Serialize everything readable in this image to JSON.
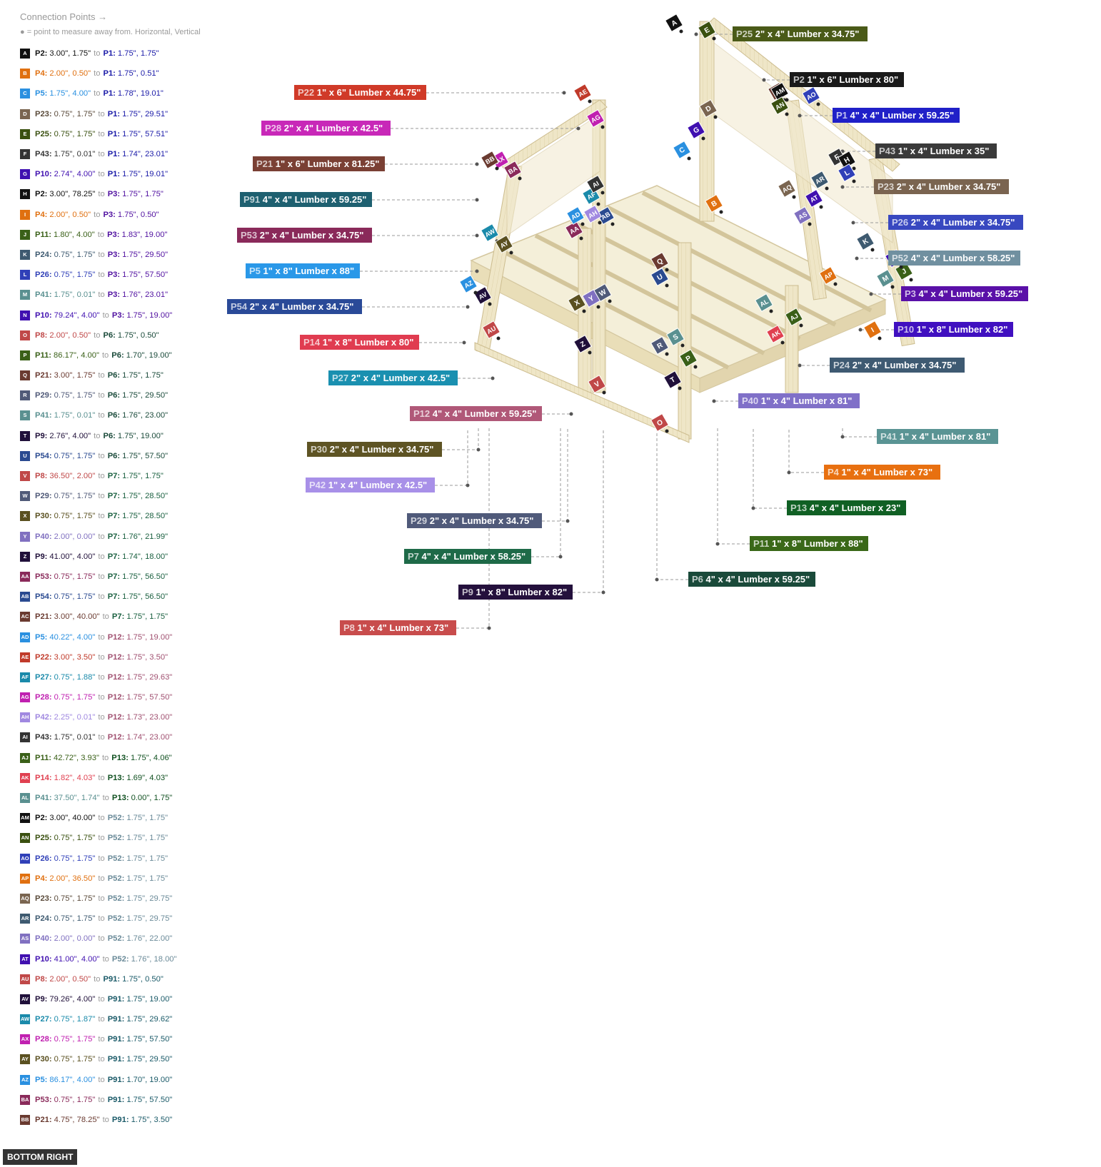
{
  "legend": {
    "title": "Connection Points →",
    "subtitle": "● = point to measure away from. Horizontal, Vertical"
  },
  "view_label": "BOTTOM RIGHT",
  "connections": [
    {
      "id": "A",
      "from": "P2:",
      "from_val": "3.00\", 1.75\"",
      "to": "P1:",
      "to_val": "1.75\", 1.75\"",
      "color": "#111111",
      "c1": "#111111",
      "c2": "#1a1aa8"
    },
    {
      "id": "B",
      "from": "P4:",
      "from_val": "2.00\", 0.50\"",
      "to": "P1:",
      "to_val": "1.75\", 0.51\"",
      "color": "#e07010",
      "c1": "#e07010",
      "c2": "#1a1aa8"
    },
    {
      "id": "C",
      "from": "P5:",
      "from_val": "1.75\", 4.00\"",
      "to": "P1:",
      "to_val": "1.78\", 19.01\"",
      "color": "#2a90e0",
      "c1": "#2a90e0",
      "c2": "#1a1aa8"
    },
    {
      "id": "D",
      "from": "P23:",
      "from_val": "0.75\", 1.75\"",
      "to": "P1:",
      "to_val": "1.75\", 29.51\"",
      "color": "#7a6550",
      "c1": "#5a4a3a",
      "c2": "#1a1aa8"
    },
    {
      "id": "E",
      "from": "P25:",
      "from_val": "0.75\", 1.75\"",
      "to": "P1:",
      "to_val": "1.75\", 57.51\"",
      "color": "#3a5010",
      "c1": "#3a5010",
      "c2": "#1a1aa8"
    },
    {
      "id": "F",
      "from": "P43:",
      "from_val": "1.75\", 0.01\"",
      "to": "P1:",
      "to_val": "1.74\", 23.01\"",
      "color": "#333333",
      "c1": "#333333",
      "c2": "#1a1aa8"
    },
    {
      "id": "G",
      "from": "P10:",
      "from_val": "2.74\", 4.00\"",
      "to": "P1:",
      "to_val": "1.75\", 19.01\"",
      "color": "#4010b0",
      "c1": "#4010b0",
      "c2": "#1a1aa8"
    },
    {
      "id": "H",
      "from": "P2:",
      "from_val": "3.00\", 78.25\"",
      "to": "P3:",
      "to_val": "1.75\", 1.75\"",
      "color": "#111111",
      "c1": "#111111",
      "c2": "#5010a0"
    },
    {
      "id": "I",
      "from": "P4:",
      "from_val": "2.00\", 0.50\"",
      "to": "P3:",
      "to_val": "1.75\", 0.50\"",
      "color": "#e07010",
      "c1": "#e07010",
      "c2": "#5010a0"
    },
    {
      "id": "J",
      "from": "P11:",
      "from_val": "1.80\", 4.00\"",
      "to": "P3:",
      "to_val": "1.83\", 19.00\"",
      "color": "#3a6018",
      "c1": "#3a6018",
      "c2": "#5010a0"
    },
    {
      "id": "K",
      "from": "P24:",
      "from_val": "0.75\", 1.75\"",
      "to": "P3:",
      "to_val": "1.75\", 29.50\"",
      "color": "#3e5a70",
      "c1": "#3e5a70",
      "c2": "#5010a0"
    },
    {
      "id": "L",
      "from": "P26:",
      "from_val": "0.75\", 1.75\"",
      "to": "P3:",
      "to_val": "1.75\", 57.50\"",
      "color": "#3040b8",
      "c1": "#3040b8",
      "c2": "#5010a0"
    },
    {
      "id": "M",
      "from": "P41:",
      "from_val": "1.75\", 0.01\"",
      "to": "P3:",
      "to_val": "1.76\", 23.01\"",
      "color": "#5a9090",
      "c1": "#5a9090",
      "c2": "#5010a0"
    },
    {
      "id": "N",
      "from": "P10:",
      "from_val": "79.24\", 4.00\"",
      "to": "P3:",
      "to_val": "1.75\", 19.00\"",
      "color": "#4010b0",
      "c1": "#4010b0",
      "c2": "#5010a0"
    },
    {
      "id": "O",
      "from": "P8:",
      "from_val": "2.00\", 0.50\"",
      "to": "P6:",
      "to_val": "1.75\", 0.50\"",
      "color": "#c04848",
      "c1": "#c04848",
      "c2": "#1a4a3a"
    },
    {
      "id": "P",
      "from": "P11:",
      "from_val": "86.17\", 4.00\"",
      "to": "P6:",
      "to_val": "1.70\", 19.00\"",
      "color": "#3a6018",
      "c1": "#3a6018",
      "c2": "#1a4a3a"
    },
    {
      "id": "Q",
      "from": "P21:",
      "from_val": "3.00\", 1.75\"",
      "to": "P6:",
      "to_val": "1.75\", 1.75\"",
      "color": "#6a3a30",
      "c1": "#6a3a30",
      "c2": "#1a4a3a"
    },
    {
      "id": "R",
      "from": "P29:",
      "from_val": "0.75\", 1.75\"",
      "to": "P6:",
      "to_val": "1.75\", 29.50\"",
      "color": "#505a78",
      "c1": "#505a78",
      "c2": "#1a4a3a"
    },
    {
      "id": "S",
      "from": "P41:",
      "from_val": "1.75\", 0.01\"",
      "to": "P6:",
      "to_val": "1.76\", 23.00\"",
      "color": "#5a9090",
      "c1": "#5a9090",
      "c2": "#1a4a3a"
    },
    {
      "id": "T",
      "from": "P9:",
      "from_val": "2.76\", 4.00\"",
      "to": "P6:",
      "to_val": "1.75\", 19.00\"",
      "color": "#20103a",
      "c1": "#20103a",
      "c2": "#1a4a3a"
    },
    {
      "id": "U",
      "from": "P54:",
      "from_val": "0.75\", 1.75\"",
      "to": "P6:",
      "to_val": "1.75\", 57.50\"",
      "color": "#2a4a90",
      "c1": "#2a4a90",
      "c2": "#1a4a3a"
    },
    {
      "id": "V",
      "from": "P8:",
      "from_val": "36.50\", 2.00\"",
      "to": "P7:",
      "to_val": "1.75\", 1.75\"",
      "color": "#c04848",
      "c1": "#c04848",
      "c2": "#1a6040"
    },
    {
      "id": "W",
      "from": "P29:",
      "from_val": "0.75\", 1.75\"",
      "to": "P7:",
      "to_val": "1.75\", 28.50\"",
      "color": "#505a78",
      "c1": "#505a78",
      "c2": "#1a6040"
    },
    {
      "id": "X",
      "from": "P30:",
      "from_val": "0.75\", 1.75\"",
      "to": "P7:",
      "to_val": "1.75\", 28.50\"",
      "color": "#5a5020",
      "c1": "#5a5020",
      "c2": "#1a6040"
    },
    {
      "id": "Y",
      "from": "P40:",
      "from_val": "2.00\", 0.00\"",
      "to": "P7:",
      "to_val": "1.76\", 21.99\"",
      "color": "#8070c0",
      "c1": "#8070c0",
      "c2": "#1a6040"
    },
    {
      "id": "Z",
      "from": "P9:",
      "from_val": "41.00\", 4.00\"",
      "to": "P7:",
      "to_val": "1.74\", 18.00\"",
      "color": "#20103a",
      "c1": "#20103a",
      "c2": "#1a6040"
    },
    {
      "id": "AA",
      "from": "P53:",
      "from_val": "0.75\", 1.75\"",
      "to": "P7:",
      "to_val": "1.75\", 56.50\"",
      "color": "#8a2a5a",
      "c1": "#8a2a5a",
      "c2": "#1a6040"
    },
    {
      "id": "AB",
      "from": "P54:",
      "from_val": "0.75\", 1.75\"",
      "to": "P7:",
      "to_val": "1.75\", 56.50\"",
      "color": "#2a4a90",
      "c1": "#2a4a90",
      "c2": "#1a6040"
    },
    {
      "id": "AC",
      "from": "P21:",
      "from_val": "3.00\", 40.00\"",
      "to": "P7:",
      "to_val": "1.75\", 1.75\"",
      "color": "#6a3a30",
      "c1": "#6a3a30",
      "c2": "#1a6040"
    },
    {
      "id": "AD",
      "from": "P5:",
      "from_val": "40.22\", 4.00\"",
      "to": "P12:",
      "to_val": "1.75\", 19.00\"",
      "color": "#2a90e0",
      "c1": "#2a90e0",
      "c2": "#a05070"
    },
    {
      "id": "AE",
      "from": "P22:",
      "from_val": "3.00\", 3.50\"",
      "to": "P12:",
      "to_val": "1.75\", 3.50\"",
      "color": "#c03a2a",
      "c1": "#c03a2a",
      "c2": "#a05070"
    },
    {
      "id": "AF",
      "from": "P27:",
      "from_val": "0.75\", 1.88\"",
      "to": "P12:",
      "to_val": "1.75\", 29.63\"",
      "color": "#1a8aaa",
      "c1": "#1a8aaa",
      "c2": "#a05070"
    },
    {
      "id": "AG",
      "from": "P28:",
      "from_val": "0.75\", 1.75\"",
      "to": "P12:",
      "to_val": "1.75\", 57.50\"",
      "color": "#c020b0",
      "c1": "#c020b0",
      "c2": "#a05070"
    },
    {
      "id": "AH",
      "from": "P42:",
      "from_val": "2.25\", 0.01\"",
      "to": "P12:",
      "to_val": "1.73\", 23.00\"",
      "color": "#a088e0",
      "c1": "#a088e0",
      "c2": "#a05070"
    },
    {
      "id": "AI",
      "from": "P43:",
      "from_val": "1.75\", 0.01\"",
      "to": "P12:",
      "to_val": "1.74\", 23.00\"",
      "color": "#333333",
      "c1": "#333333",
      "c2": "#a05070"
    },
    {
      "id": "AJ",
      "from": "P11:",
      "from_val": "42.72\", 3.93\"",
      "to": "P13:",
      "to_val": "1.75\", 4.06\"",
      "color": "#3a6018",
      "c1": "#3a6018",
      "c2": "#105020"
    },
    {
      "id": "AK",
      "from": "P14:",
      "from_val": "1.82\", 4.03\"",
      "to": "P13:",
      "to_val": "1.69\", 4.03\"",
      "color": "#e04050",
      "c1": "#e04050",
      "c2": "#105020"
    },
    {
      "id": "AL",
      "from": "P41:",
      "from_val": "37.50\", 1.74\"",
      "to": "P13:",
      "to_val": "0.00\", 1.75\"",
      "color": "#5a9090",
      "c1": "#5a9090",
      "c2": "#105020"
    },
    {
      "id": "AM",
      "from": "P2:",
      "from_val": "3.00\", 40.00\"",
      "to": "P52:",
      "to_val": "1.75\", 1.75\"",
      "color": "#111111",
      "c1": "#111111",
      "c2": "#6a8a98"
    },
    {
      "id": "AN",
      "from": "P25:",
      "from_val": "0.75\", 1.75\"",
      "to": "P52:",
      "to_val": "1.75\", 1.75\"",
      "color": "#3a5010",
      "c1": "#3a5010",
      "c2": "#6a8a98"
    },
    {
      "id": "AO",
      "from": "P26:",
      "from_val": "0.75\", 1.75\"",
      "to": "P52:",
      "to_val": "1.75\", 1.75\"",
      "color": "#3040b8",
      "c1": "#3040b8",
      "c2": "#6a8a98"
    },
    {
      "id": "AP",
      "from": "P4:",
      "from_val": "2.00\", 36.50\"",
      "to": "P52:",
      "to_val": "1.75\", 1.75\"",
      "color": "#e07010",
      "c1": "#e07010",
      "c2": "#6a8a98"
    },
    {
      "id": "AQ",
      "from": "P23:",
      "from_val": "0.75\", 1.75\"",
      "to": "P52:",
      "to_val": "1.75\", 29.75\"",
      "color": "#7a6550",
      "c1": "#5a4a3a",
      "c2": "#6a8a98"
    },
    {
      "id": "AR",
      "from": "P24:",
      "from_val": "0.75\", 1.75\"",
      "to": "P52:",
      "to_val": "1.75\", 29.75\"",
      "color": "#3e5a70",
      "c1": "#3e5a70",
      "c2": "#6a8a98"
    },
    {
      "id": "AS",
      "from": "P40:",
      "from_val": "2.00\", 0.00\"",
      "to": "P52:",
      "to_val": "1.76\", 22.00\"",
      "color": "#8070c0",
      "c1": "#8070c0",
      "c2": "#6a8a98"
    },
    {
      "id": "AT",
      "from": "P10:",
      "from_val": "41.00\", 4.00\"",
      "to": "P52:",
      "to_val": "1.76\", 18.00\"",
      "color": "#4010b0",
      "c1": "#4010b0",
      "c2": "#6a8a98"
    },
    {
      "id": "AU",
      "from": "P8:",
      "from_val": "2.00\", 0.50\"",
      "to": "P91:",
      "to_val": "1.75\", 0.50\"",
      "color": "#c04848",
      "c1": "#c04848",
      "c2": "#1a5a68"
    },
    {
      "id": "AV",
      "from": "P9:",
      "from_val": "79.26\", 4.00\"",
      "to": "P91:",
      "to_val": "1.75\", 19.00\"",
      "color": "#20103a",
      "c1": "#20103a",
      "c2": "#1a5a68"
    },
    {
      "id": "AW",
      "from": "P27:",
      "from_val": "0.75\", 1.87\"",
      "to": "P91:",
      "to_val": "1.75\", 29.62\"",
      "color": "#1a8aaa",
      "c1": "#1a8aaa",
      "c2": "#1a5a68"
    },
    {
      "id": "AX",
      "from": "P28:",
      "from_val": "0.75\", 1.75\"",
      "to": "P91:",
      "to_val": "1.75\", 57.50\"",
      "color": "#c020b0",
      "c1": "#c020b0",
      "c2": "#1a5a68"
    },
    {
      "id": "AY",
      "from": "P30:",
      "from_val": "0.75\", 1.75\"",
      "to": "P91:",
      "to_val": "1.75\", 29.50\"",
      "color": "#5a5020",
      "c1": "#5a5020",
      "c2": "#1a5a68"
    },
    {
      "id": "AZ",
      "from": "P5:",
      "from_val": "86.17\", 4.00\"",
      "to": "P91:",
      "to_val": "1.70\", 19.00\"",
      "color": "#2a90e0",
      "c1": "#2a90e0",
      "c2": "#1a5a68"
    },
    {
      "id": "BA",
      "from": "P53:",
      "from_val": "0.75\", 1.75\"",
      "to": "P91:",
      "to_val": "1.75\", 57.50\"",
      "color": "#8a2a5a",
      "c1": "#8a2a5a",
      "c2": "#1a5a68"
    },
    {
      "id": "BB",
      "from": "P21:",
      "from_val": "4.75\", 78.25\"",
      "to": "P91:",
      "to_val": "1.75\", 3.50\"",
      "color": "#6a3a30",
      "c1": "#6a3a30",
      "c2": "#1a5a68"
    }
  ],
  "parts": [
    {
      "id": "P25",
      "desc": "2\" x 4\" Lumber  x 34.75\"",
      "color": "#4a5a18"
    },
    {
      "id": "P2",
      "desc": "1\" x 6\" Lumber x 80\"",
      "color": "#1a1a1a"
    },
    {
      "id": "P22",
      "desc": "1\" x 6\" Lumber x 44.75\"",
      "color": "#d03a28"
    },
    {
      "id": "P1",
      "desc": "4\" x 4\" Lumber x 59.25\"",
      "color": "#2020c8"
    },
    {
      "id": "P28",
      "desc": "2\" x 4\" Lumber  x 42.5\"",
      "color": "#c828b8"
    },
    {
      "id": "P43",
      "desc": "1\" x 4\" Lumber  x 35\"",
      "color": "#3a3a3a"
    },
    {
      "id": "P21",
      "desc": "1\" x 6\" Lumber x 81.25\"",
      "color": "#7a4034"
    },
    {
      "id": "P23",
      "desc": "2\" x 4\" Lumber  x 34.75\"",
      "color": "#7a6450"
    },
    {
      "id": "P91",
      "desc": "4\" x 4\" Lumber x 59.25\"",
      "color": "#1e6070"
    },
    {
      "id": "P26",
      "desc": "2\" x 4\" Lumber  x 34.75\"",
      "color": "#3848c0"
    },
    {
      "id": "P53",
      "desc": "2\" x 4\" Lumber  x 34.75\"",
      "color": "#8a2a5a"
    },
    {
      "id": "P52",
      "desc": "4\" x 4\" Lumber x 58.25\"",
      "color": "#7090a0"
    },
    {
      "id": "P5",
      "desc": "1\" x 8\" Lumber x 88\"",
      "color": "#2a98e8"
    },
    {
      "id": "P3",
      "desc": "4\" x 4\" Lumber x 59.25\"",
      "color": "#5a10a8"
    },
    {
      "id": "P54",
      "desc": "2\" x 4\" Lumber  x 34.75\"",
      "color": "#2a4a98"
    },
    {
      "id": "P10",
      "desc": "1\" x 8\" Lumber x 82\"",
      "color": "#4010c0"
    },
    {
      "id": "P14",
      "desc": "1\" x 8\" Lumber x 80\"",
      "color": "#e03c50"
    },
    {
      "id": "P24",
      "desc": "2\" x 4\" Lumber  x 34.75\"",
      "color": "#3e5a72"
    },
    {
      "id": "P27",
      "desc": "2\" x 4\" Lumber  x 42.5\"",
      "color": "#1a90b0"
    },
    {
      "id": "P40",
      "desc": "1\" x 4\" Lumber  x 81\"",
      "color": "#8070c8"
    },
    {
      "id": "P12",
      "desc": "4\" x 4\" Lumber x 59.25\"",
      "color": "#b05878"
    },
    {
      "id": "P41",
      "desc": "1\" x 4\" Lumber  x 81\"",
      "color": "#5a9494"
    },
    {
      "id": "P30",
      "desc": "2\" x 4\" Lumber  x 34.75\"",
      "color": "#5e5424"
    },
    {
      "id": "P4",
      "desc": "1\" x 4\" Lumber  x 73\"",
      "color": "#e87010"
    },
    {
      "id": "P42",
      "desc": "1\" x 4\" Lumber  x 42.5\"",
      "color": "#a890e8"
    },
    {
      "id": "P13",
      "desc": "4\" x 4\" Lumber x 23\"",
      "color": "#106024"
    },
    {
      "id": "P29",
      "desc": "2\" x 4\" Lumber  x 34.75\"",
      "color": "#505a7a"
    },
    {
      "id": "P11",
      "desc": "1\" x 8\" Lumber x 88\"",
      "color": "#3a6818"
    },
    {
      "id": "P7",
      "desc": "4\" x 4\" Lumber x 58.25\"",
      "color": "#1e6a48"
    },
    {
      "id": "P6",
      "desc": "4\" x 4\" Lumber x 59.25\"",
      "color": "#1a4a3a"
    },
    {
      "id": "P9",
      "desc": "1\" x 8\" Lumber x 82\"",
      "color": "#24103c"
    },
    {
      "id": "P8",
      "desc": "1\" x 4\" Lumber  x 73\"",
      "color": "#c84c4c"
    }
  ]
}
